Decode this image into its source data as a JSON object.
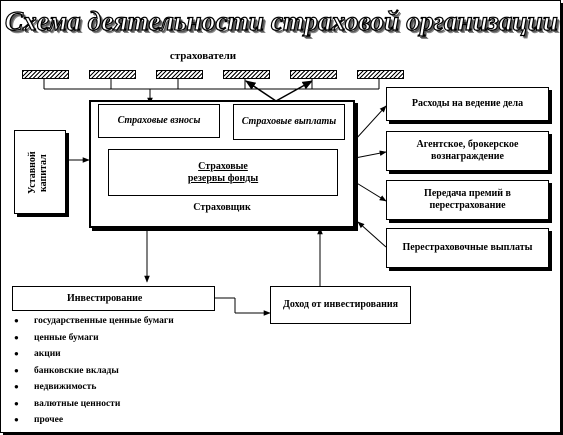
{
  "title": "Схема деятельности страховой организации",
  "policyholders_label": "страхователи",
  "insurer": {
    "label": "Страховщик",
    "premiums": "Страховые взносы",
    "payouts": "Страховые выплаты",
    "reserves": "Страховые резервы фонды"
  },
  "capital": "Уставной капитал",
  "right_boxes": [
    "Расходы на ведение дела",
    "Агентское, брокерское вознаграждение",
    "Передача премий в перестрахование",
    "Перестраховочные выплаты"
  ],
  "investment": {
    "label": "Инвестирование",
    "items": [
      "государственные ценные бумаги",
      "ценные бумаги",
      "акции",
      "банковские вклады",
      "недвижимость",
      "валютные ценности",
      "прочее"
    ]
  },
  "income": "Доход от инвестирования"
}
